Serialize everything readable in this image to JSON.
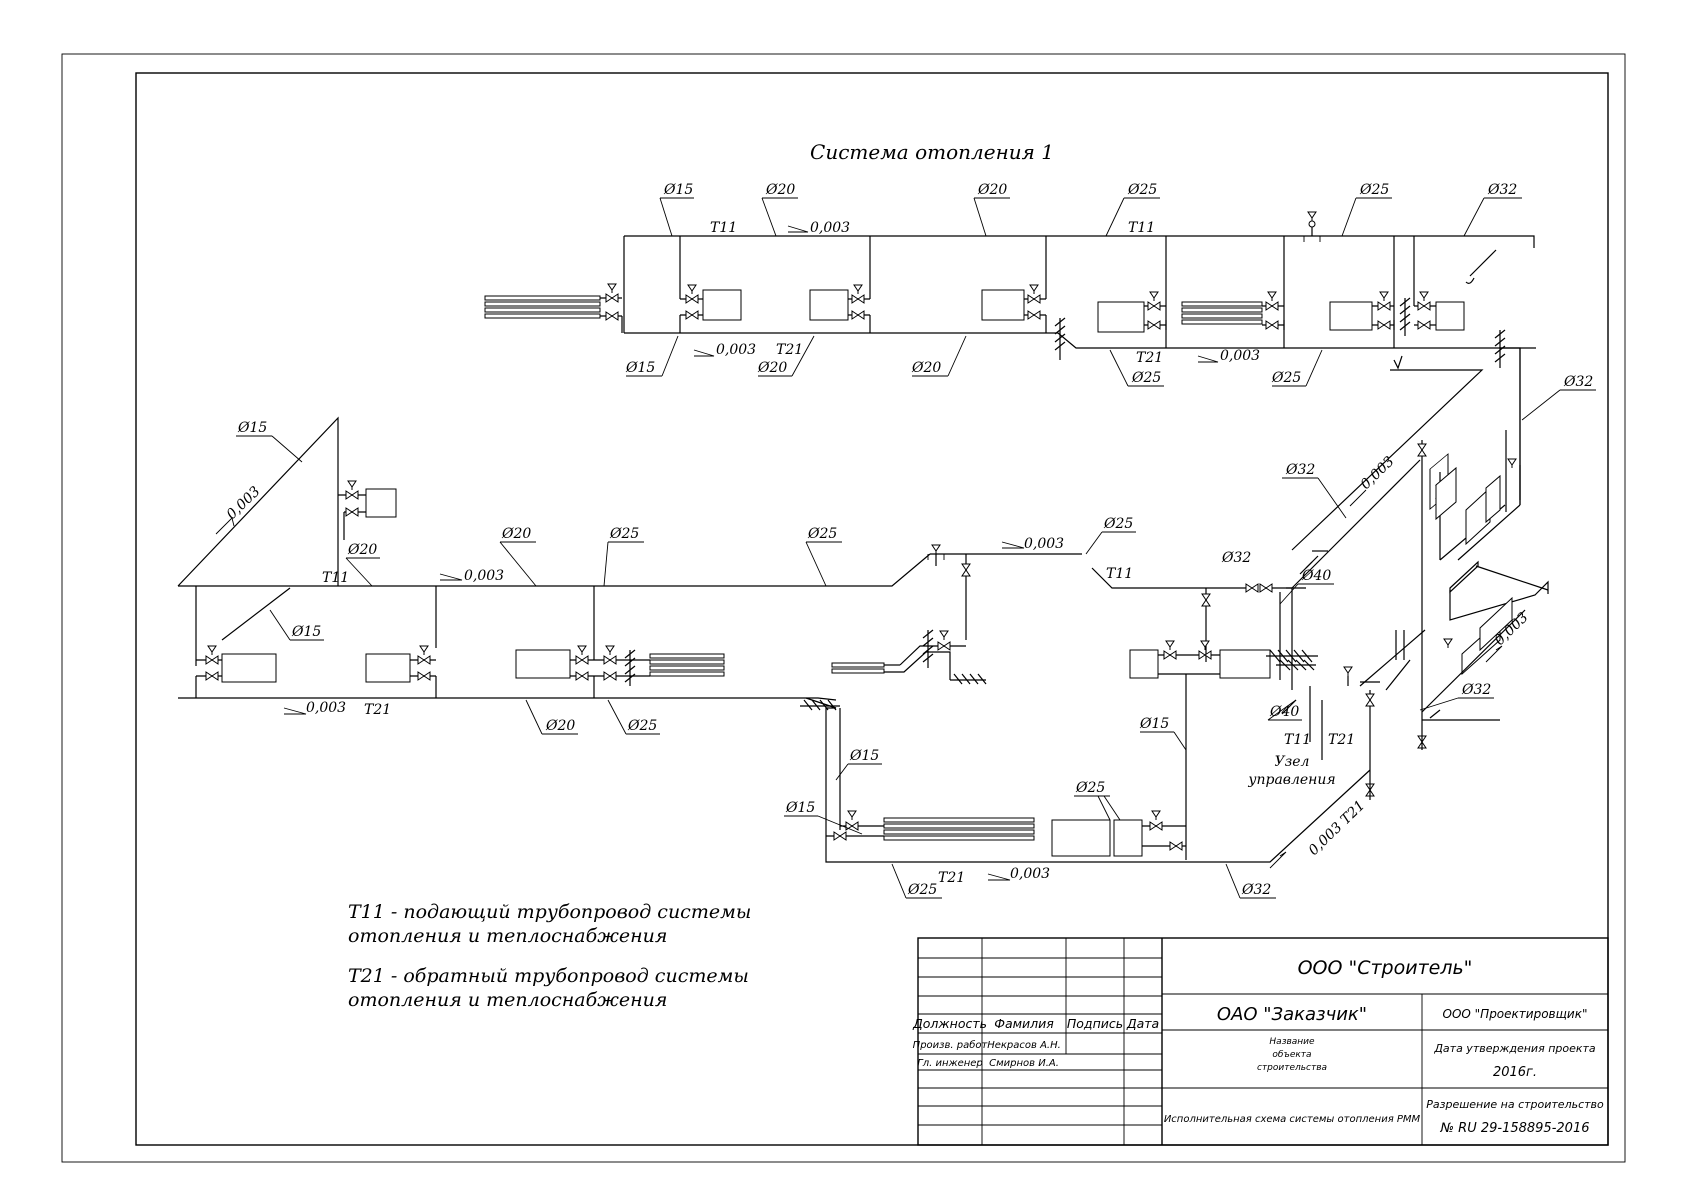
{
  "title": "Система отопления 1",
  "diameters": {
    "d15": "Ø15",
    "d20": "Ø20",
    "d25": "Ø25",
    "d32": "Ø32",
    "d40": "Ø40"
  },
  "pipes": {
    "supply": "T11",
    "return": "T21"
  },
  "slope": "0,003",
  "slope_with_return": "0,003 T21",
  "node_label_line1": "Узел",
  "node_label_line2": "управления",
  "legend": {
    "t11_line1": "Т11 - подающий трубопровод системы",
    "t11_line2": "отопления и теплоснабжения",
    "t21_line1": "Т21 - обратный трубопровод системы",
    "t21_line2": "отопления и теплоснабжения"
  },
  "title_block": {
    "header_position": "Должность",
    "header_surname": "Фамилия",
    "header_signature": "Подпись",
    "header_date": "Дата",
    "row1_position": "Произв. работ",
    "row1_name": "Некрасов А.Н.",
    "row2_position": "Гл. инженер",
    "row2_name": "Смирнов И.А.",
    "contractor": "ООО \"Строитель\"",
    "customer": "ОАО \"Заказчик\"",
    "designer": "ООО \"Проектировщик\"",
    "object_line1": "Название",
    "object_line2": "объекта",
    "object_line3": "строительства",
    "approval_label": "Дата утверждения проекта",
    "approval_year": "2016г.",
    "drawing_name": "Исполнительная схема системы отопления РММ",
    "permit_label": "Разрешение на строительство",
    "permit_number": "№ RU 29-158895-2016"
  }
}
